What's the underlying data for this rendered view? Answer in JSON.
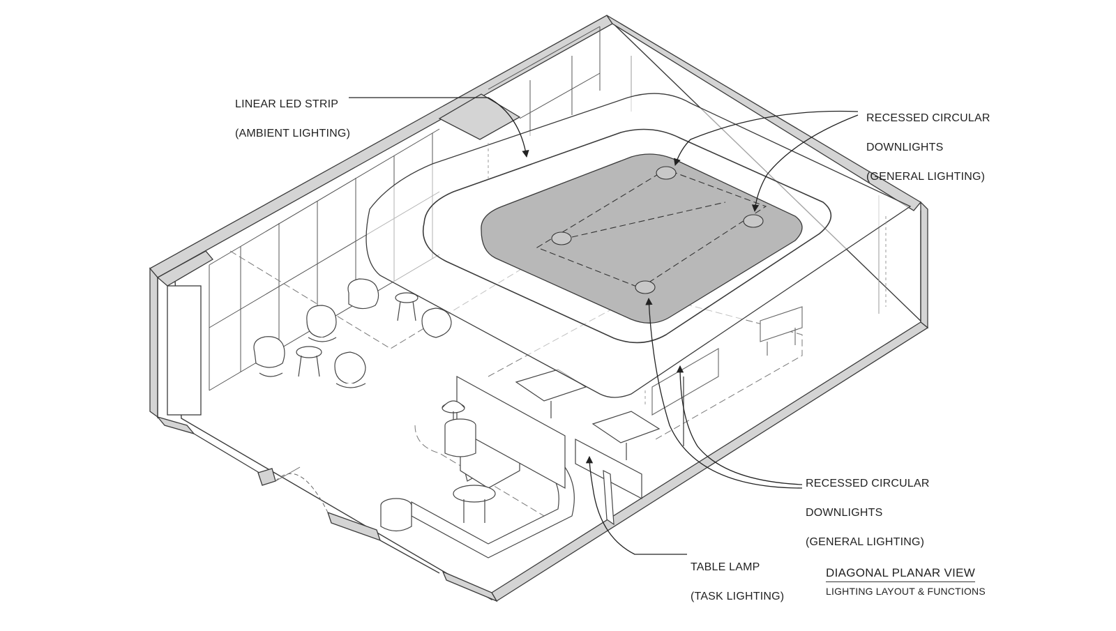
{
  "callouts": {
    "led_strip": {
      "line1": "LINEAR LED STRIP",
      "line2": "(AMBIENT LIGHTING)"
    },
    "downlights_top": {
      "line1": "RECESSED CIRCULAR",
      "line2": "DOWNLIGHTS",
      "line3": "(GENERAL LIGHTING)"
    },
    "downlights_bottom": {
      "line1": "RECESSED CIRCULAR",
      "line2": "DOWNLIGHTS",
      "line3": "(GENERAL LIGHTING)"
    },
    "table_lamp": {
      "line1": "TABLE LAMP",
      "line2": "(TASK LIGHTING)"
    }
  },
  "title_block": {
    "title": "DIAGONAL PLANAR VIEW",
    "subtitle": "LIGHTING LAYOUT & FUNCTIONS"
  },
  "colors": {
    "line": "#3a3a3a",
    "wall_cut": "#d4d4d4",
    "ceiling_panel": "#b8b8b8",
    "background": "#ffffff"
  }
}
